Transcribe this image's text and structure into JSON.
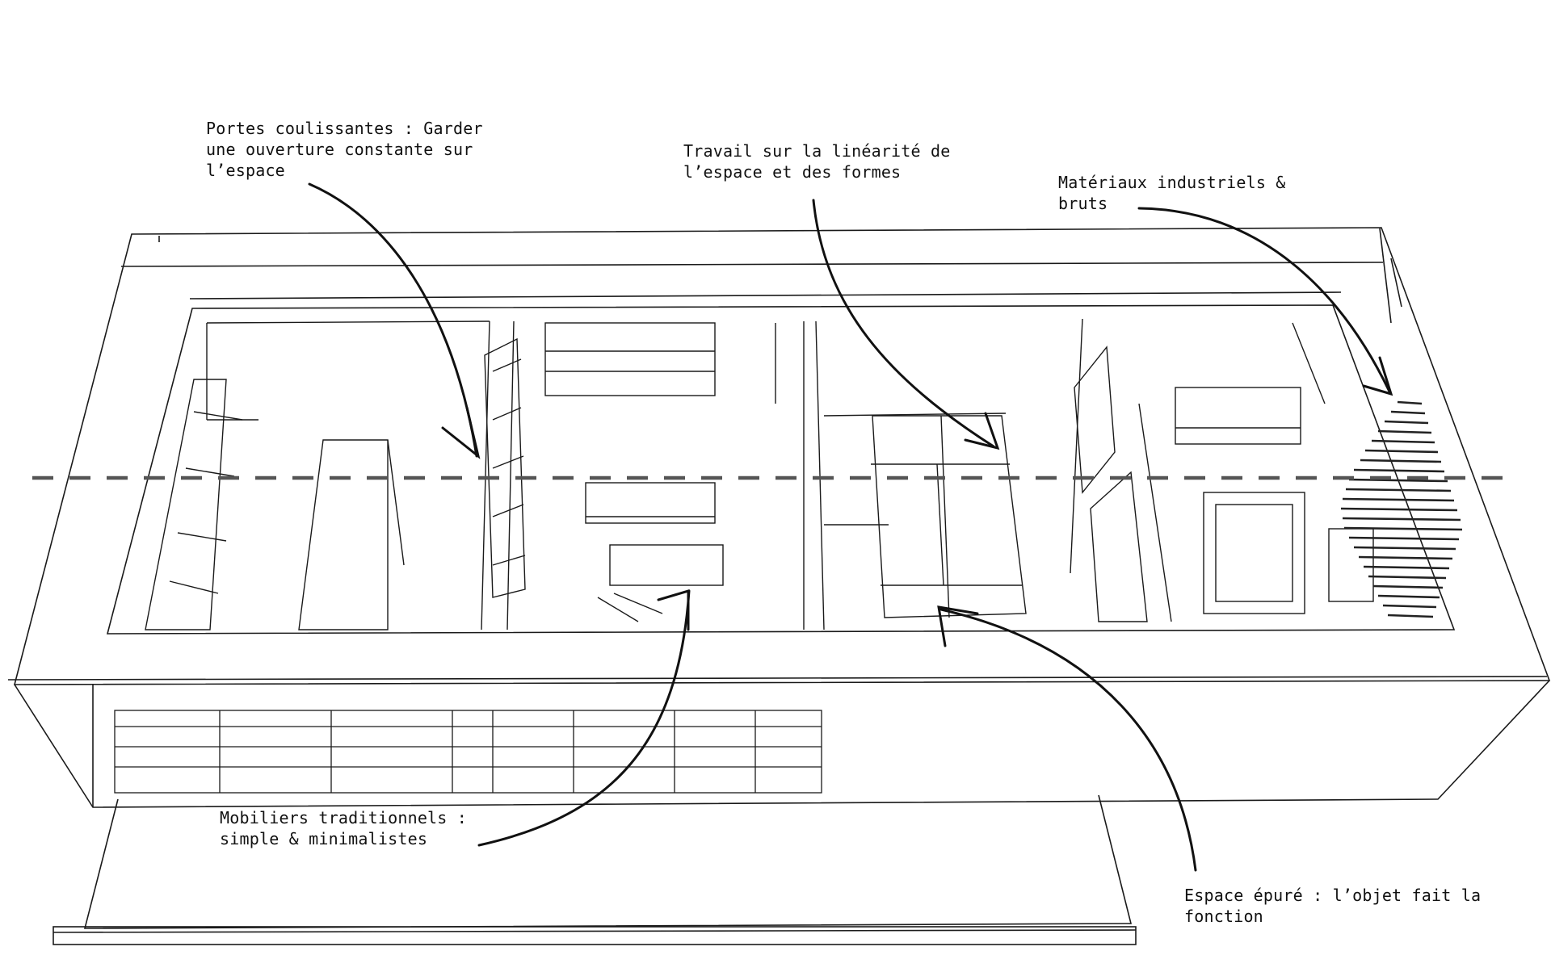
{
  "colors": {
    "line": "#1a1a1a",
    "axis": "#555555",
    "text": "#111111",
    "hatch": "#222222"
  },
  "annotations": {
    "portes": {
      "line1": "Portes coulissantes : Garder",
      "line2": "une ouverture constante sur",
      "line3": "l’espace"
    },
    "travail": {
      "line1": "Travail sur la linéarité de",
      "line2": "l’espace et des formes"
    },
    "materiaux": {
      "line1": "Matériaux industriels &",
      "line2": "bruts"
    },
    "mobiliers": {
      "line1": "Mobiliers traditionnels :",
      "line2": "simple & minimalistes"
    },
    "espace": {
      "line1": "Espace épuré : l’objet fait la",
      "line2": "fonction"
    }
  }
}
